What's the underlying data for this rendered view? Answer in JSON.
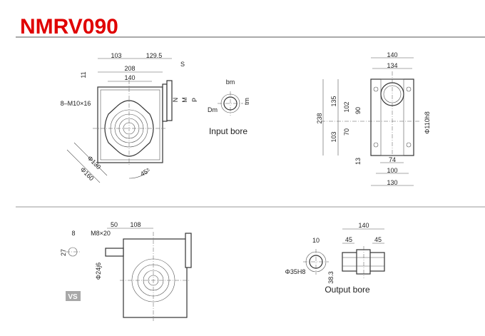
{
  "title": "NMRV090",
  "colors": {
    "title": "#e00000",
    "lines": "#333333",
    "badge": "#a8a8a8"
  },
  "front_view": {
    "dims": {
      "d103": "103",
      "d129_5": "129.5",
      "d208": "208",
      "d140": "140",
      "d11": "11",
      "holes": "8–M10×16",
      "s": "S",
      "n": "N",
      "m": "M",
      "p": "P",
      "phi130": "Φ130",
      "phi160": "Φ160",
      "angle": "45°"
    }
  },
  "input_bore": {
    "label": "Input bore",
    "bm": "bm",
    "dm": "Dm",
    "tm": "tm"
  },
  "side_view": {
    "dims": {
      "d140": "140",
      "d134": "134",
      "d238": "238",
      "d135": "135",
      "d102": "102",
      "d90": "90",
      "d70": "70",
      "d103": "103",
      "d13": "13",
      "phi110": "Φ110h8",
      "d74": "74",
      "d100": "100",
      "d130": "130"
    }
  },
  "vs_view": {
    "badge": "VS",
    "dims": {
      "d8": "8",
      "d27": "27",
      "thread": "M8×20",
      "d50": "50",
      "d108": "108",
      "phi24": "Φ24j6"
    }
  },
  "output_bore": {
    "label": "Output bore",
    "d10": "10",
    "phi35": "Φ35H8",
    "d38_3": "38.3"
  },
  "output_shaft": {
    "d140": "140",
    "d45a": "45",
    "d45b": "45"
  }
}
